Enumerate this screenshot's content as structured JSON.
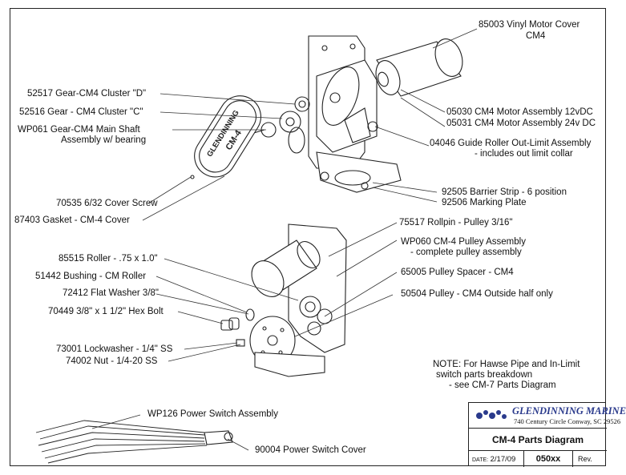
{
  "labels": {
    "motor_cover": [
      "85003  Vinyl Motor Cover",
      "CM4"
    ],
    "gear_d": "52517 Gear-CM4 Cluster \"D\"",
    "gear_c": "52516 Gear - CM4 Cluster \"C\"",
    "main_shaft": [
      "WP061  Gear-CM4 Main Shaft",
      "Assembly w/ bearing"
    ],
    "motor_assembly": [
      "05030  CM4 Motor Assembly 12vDC",
      "05031  CM4 Motor Assembly 24v DC"
    ],
    "guide_roller": [
      "04046  Guide Roller Out-Limit Assembly",
      "- includes out limit collar"
    ],
    "cover_screw": "70535  6/32 Cover Screw",
    "gasket": "87403  Gasket - CM-4 Cover",
    "barrier_strip": [
      "92505  Barrier Strip - 6 position",
      "92506  Marking Plate"
    ],
    "rollpin": "75517   Rollpin - Pulley 3/16\"",
    "pulley_assembly": [
      "WP060   CM-4 Pulley Assembly",
      "- complete pulley assembly"
    ],
    "roller": "85515  Roller - .75 x 1.0\"",
    "pulley_spacer": "65005  Pulley Spacer - CM4",
    "bushing": "51442  Bushing - CM Roller",
    "pulley_outside": "50504  Pulley - CM4 Outside half only",
    "flat_washer": "72412  Flat Washer 3/8\"",
    "hex_bolt": "70449   3/8\" x 1 1/2\"  Hex Bolt",
    "lockwasher": "73001  Lockwasher - 1/4\" SS",
    "nut": "74002  Nut - 1/4-20 SS",
    "power_switch": "WP126  Power Switch Assembly",
    "switch_cover": "90004  Power Switch Cover",
    "note": [
      "NOTE: For Hawse Pipe and In-Limit",
      "switch parts breakdown",
      "- see CM-7 Parts Diagram"
    ]
  },
  "cover_text": [
    "GLENDINNING",
    "CM-4"
  ],
  "title_block": {
    "company": "GLENDINNING MARINE",
    "address": "740 Century Circle  Conway, SC 29526",
    "title": "CM-4 Parts Diagram",
    "date_label": "DATE:",
    "date": "2/17/09",
    "number": "050xx",
    "rev_label": "Rev."
  }
}
